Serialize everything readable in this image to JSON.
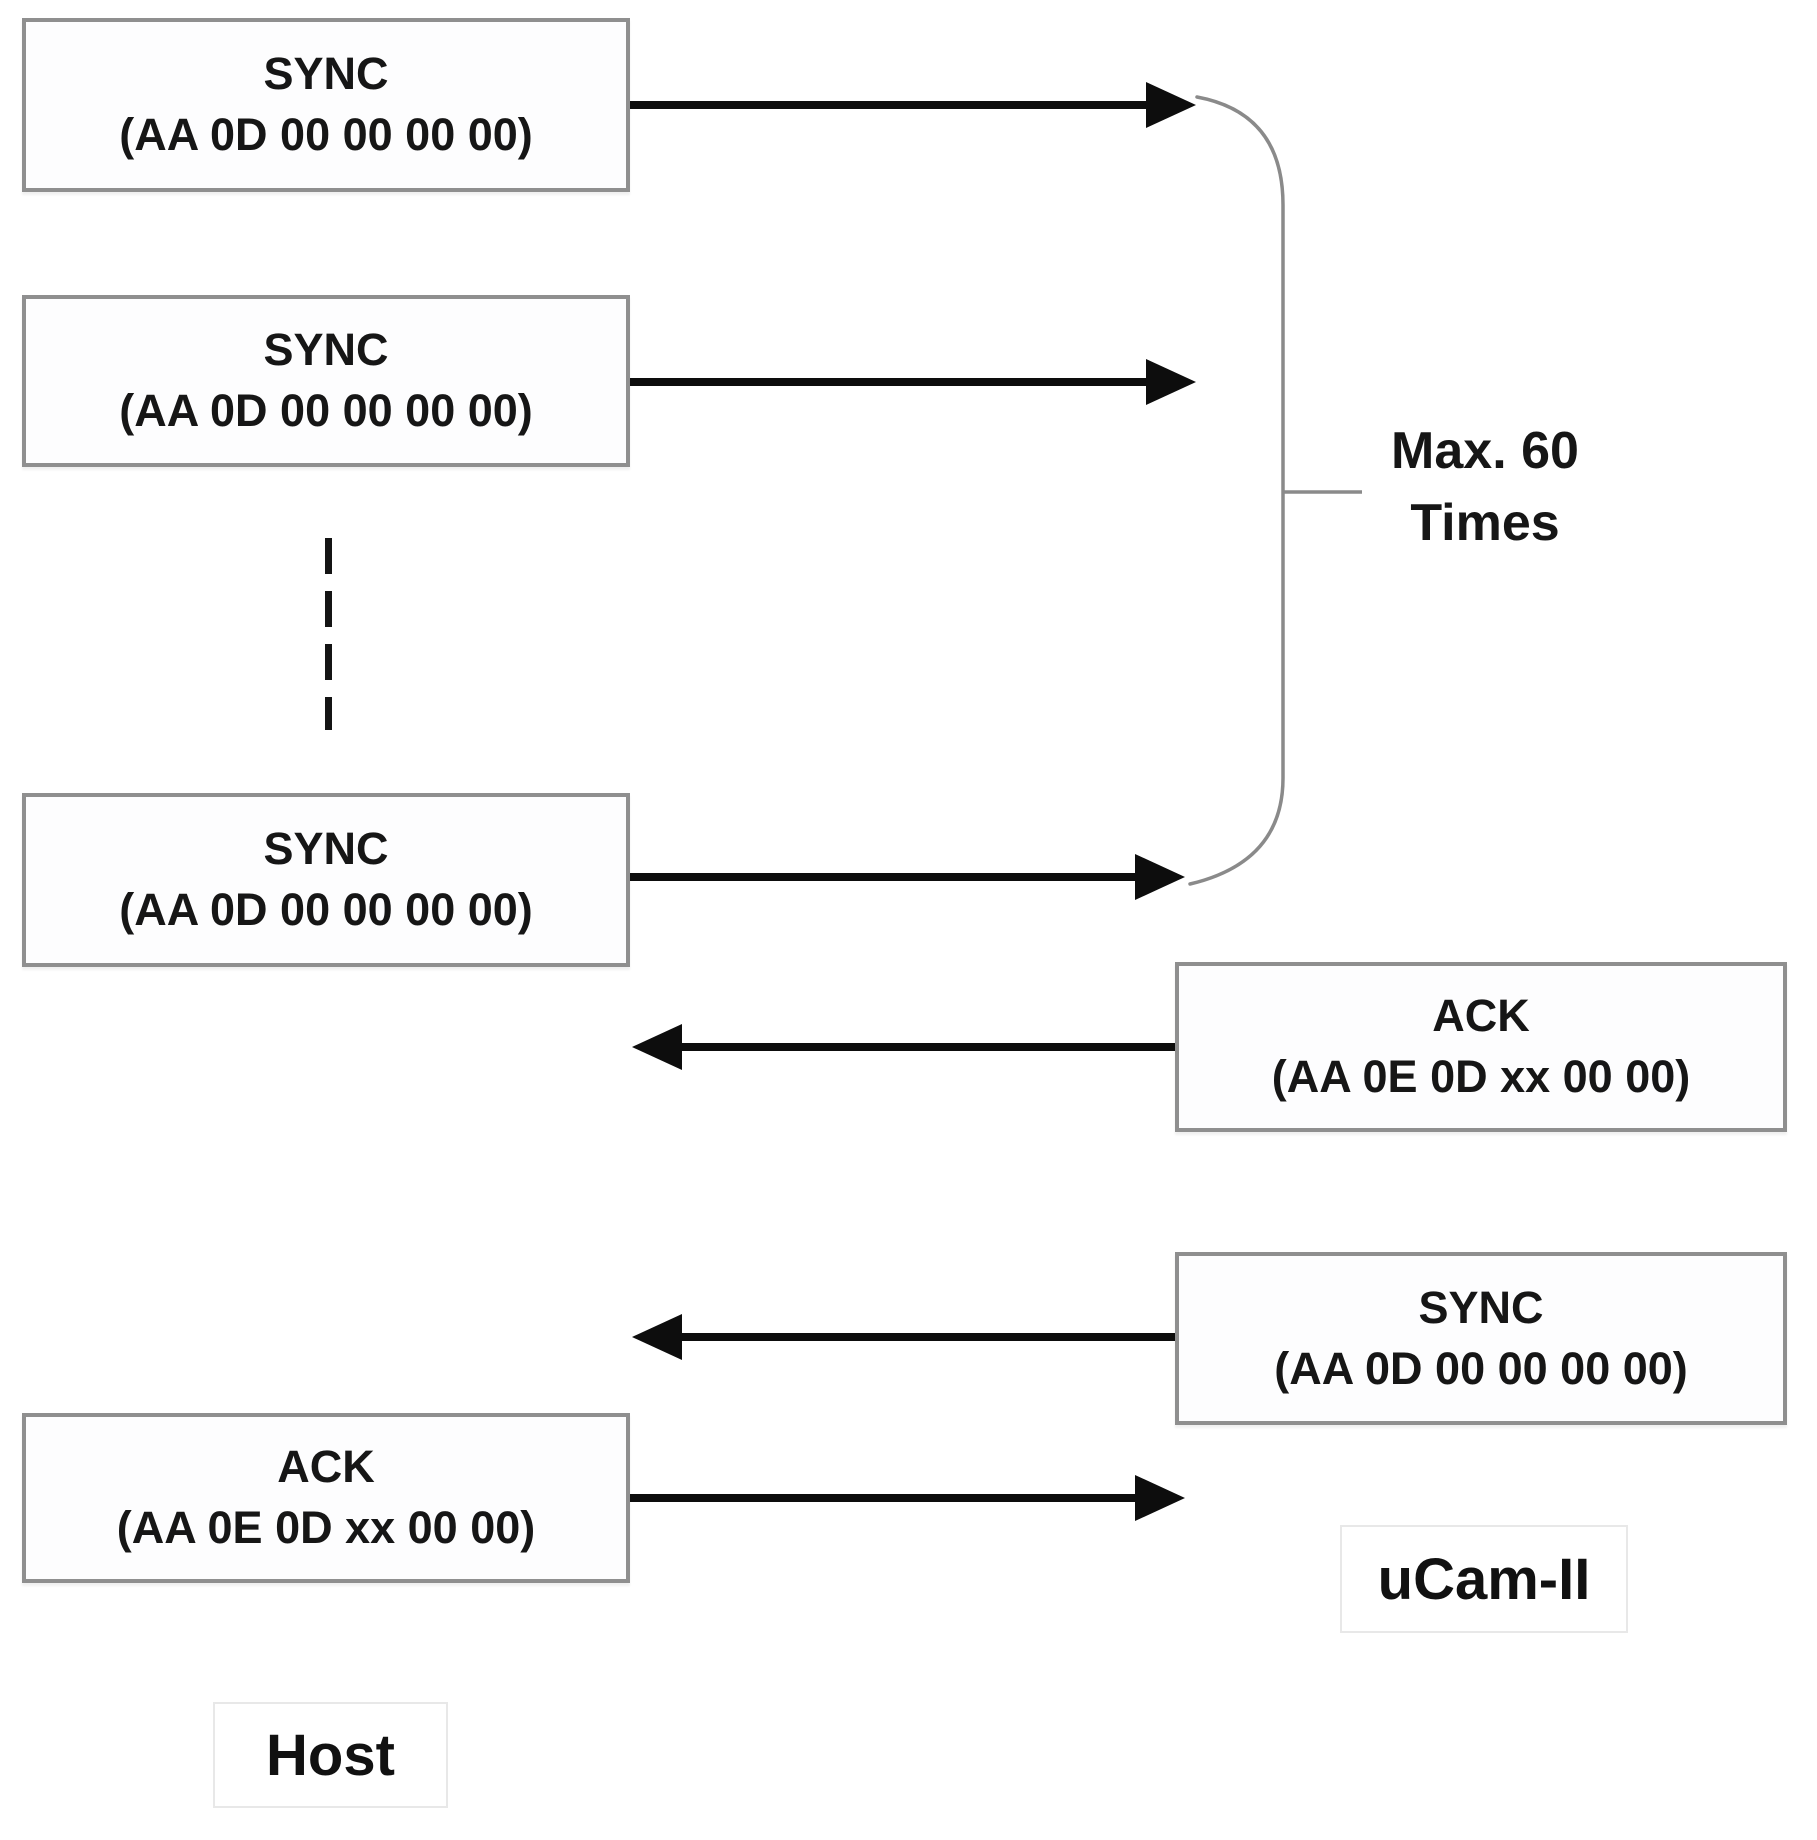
{
  "actors": {
    "host": {
      "label": "Host"
    },
    "camera": {
      "label": "uCam-II"
    }
  },
  "annotation": {
    "line1": "Max. 60",
    "line2": "Times"
  },
  "messages": {
    "host_sync_1": {
      "name": "SYNC",
      "bytes": "(AA 0D 00 00 00 00)"
    },
    "host_sync_2": {
      "name": "SYNC",
      "bytes": "(AA 0D 00 00 00 00)"
    },
    "host_sync_n": {
      "name": "SYNC",
      "bytes": "(AA 0D 00 00 00 00)"
    },
    "camera_ack": {
      "name": "ACK",
      "bytes": "(AA 0E 0D xx 00 00)"
    },
    "camera_sync": {
      "name": "SYNC",
      "bytes": "(AA 0D 00 00 00 00)"
    },
    "host_ack": {
      "name": "ACK",
      "bytes": "(AA 0E 0D xx 00 00)"
    }
  },
  "colors": {
    "box_border": "#8f8f8f",
    "box_fill": "#fdfdfe",
    "label_border": "#e8e8e8",
    "arrow": "#0d0d0d",
    "bracket": "#8a8a8a",
    "text": "#161616",
    "background": "#ffffff"
  }
}
